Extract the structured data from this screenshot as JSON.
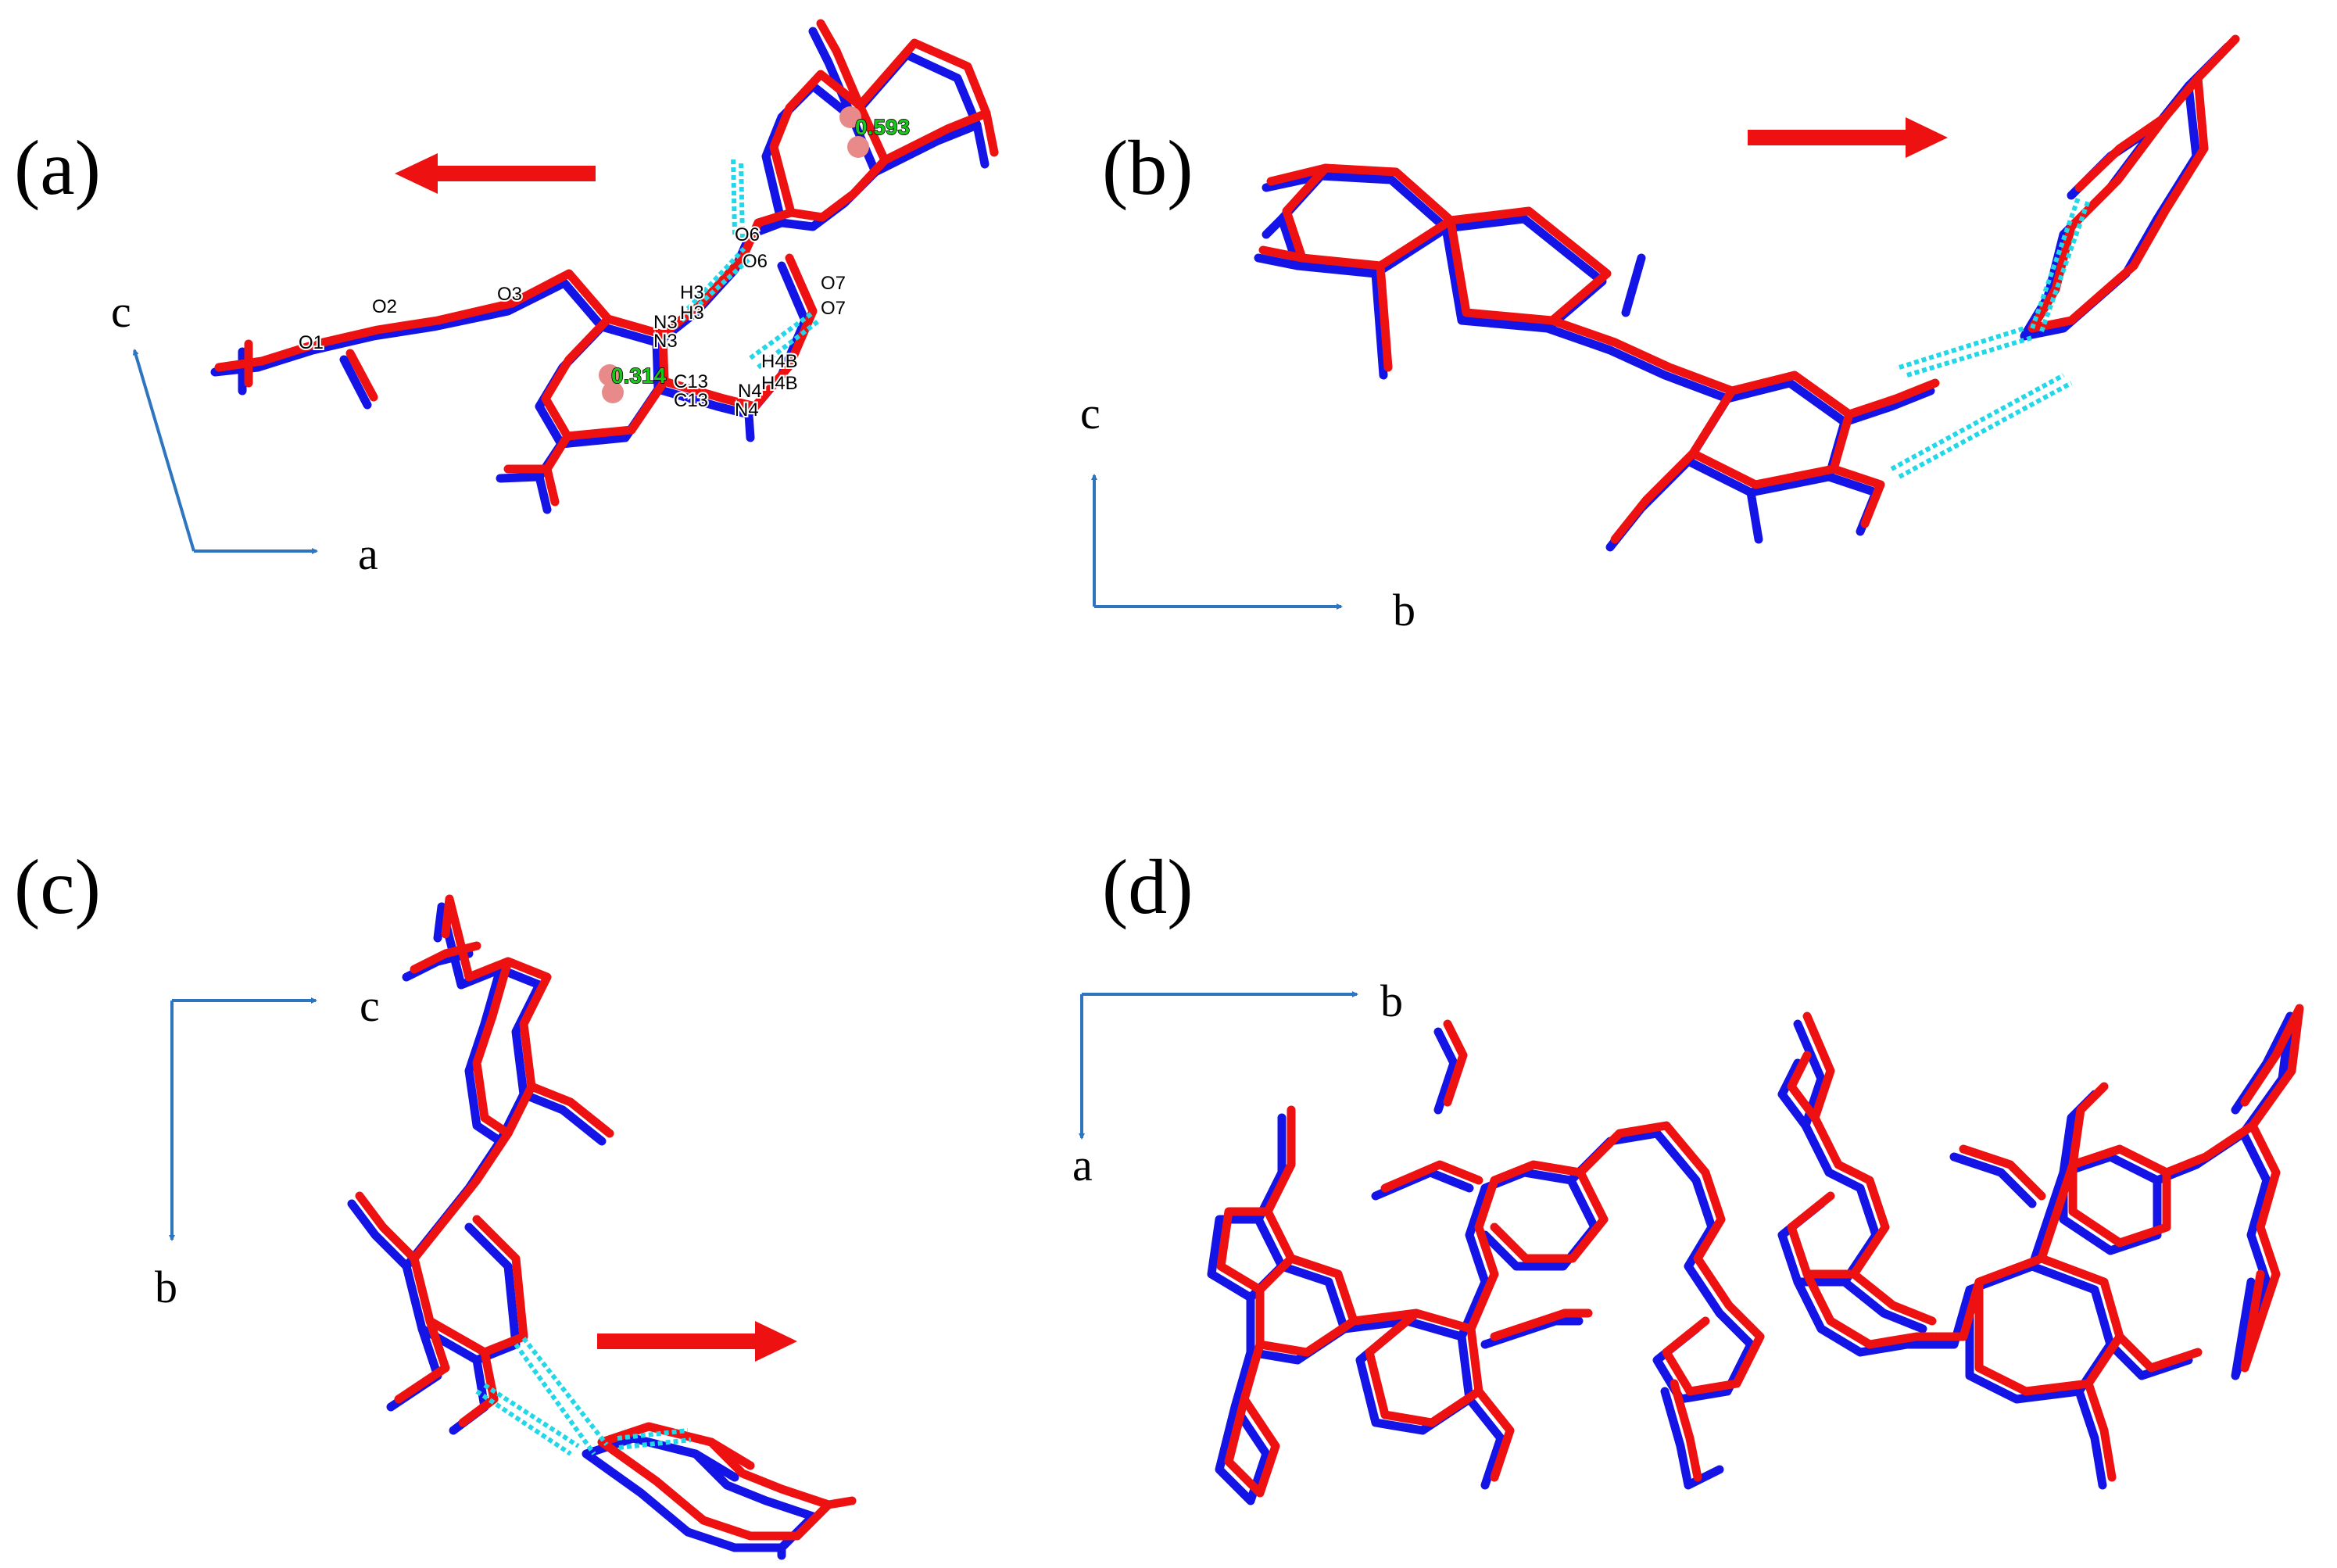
{
  "panels": [
    {
      "label": "(a)",
      "axes": {
        "vertical": "c",
        "horizontal": "a"
      },
      "arrow_direction": "left",
      "centroid_values": [
        "0.593",
        "0.314"
      ],
      "atom_labels": [
        "O1",
        "O2",
        "O3",
        "O6",
        "O6",
        "O7",
        "O7",
        "H3",
        "H3",
        "N3",
        "N3",
        "H4B",
        "H4B",
        "N4",
        "N4",
        "C13",
        "C13"
      ]
    },
    {
      "label": "(b)",
      "axes": {
        "vertical": "c",
        "horizontal": "b"
      },
      "arrow_direction": "right"
    },
    {
      "label": "(c)",
      "axes": {
        "vertical": "b",
        "horizontal": "c"
      },
      "arrow_direction": "right"
    },
    {
      "label": "(d)",
      "axes": {
        "vertical": "a",
        "horizontal": "b"
      }
    }
  ],
  "colors": {
    "structure_1": "#1414e6",
    "structure_2": "#ee1111",
    "hydrogen_bond": "#22d8e8",
    "axis": "#2e75c0",
    "arrow": "#ee1111"
  }
}
